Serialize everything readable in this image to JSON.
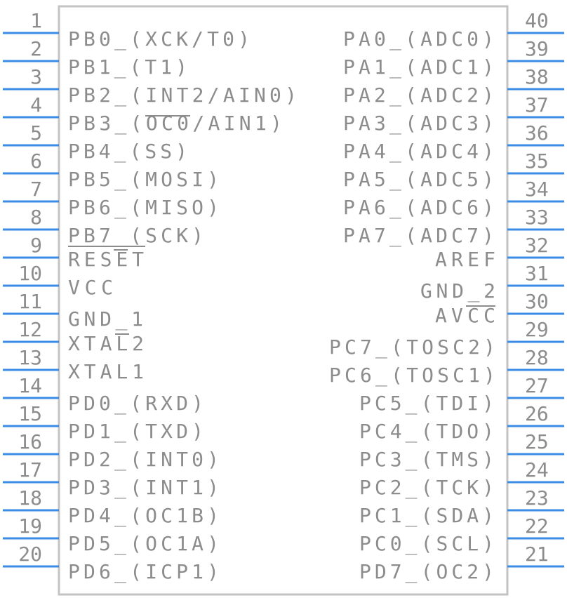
{
  "left_pins": [
    {
      "num": "1",
      "label": "PB0_(XCK/T0)"
    },
    {
      "num": "2",
      "label": "PB1_(T1)"
    },
    {
      "num": "3",
      "label": "PB2_(INT2/AIN0)"
    },
    {
      "num": "4",
      "label": "PB3_(OC0/AIN1)"
    },
    {
      "num": "5",
      "label": "PB4_(SS)"
    },
    {
      "num": "6",
      "label": "PB5_(MOSI)"
    },
    {
      "num": "7",
      "label": "PB6_(MISO)"
    },
    {
      "num": "8",
      "label": "PB7_(SCK)"
    },
    {
      "num": "9",
      "label": "RESET"
    },
    {
      "num": "10",
      "label": "VCC"
    },
    {
      "num": "11",
      "label": "GND_1"
    },
    {
      "num": "12",
      "label": "XTAL2"
    },
    {
      "num": "13",
      "label": "XTAL1"
    },
    {
      "num": "14",
      "label": "PD0_(RXD)"
    },
    {
      "num": "15",
      "label": "PD1_(TXD)"
    },
    {
      "num": "16",
      "label": "PD2_(INT0)"
    },
    {
      "num": "17",
      "label": "PD3_(INT1)"
    },
    {
      "num": "18",
      "label": "PD4_(OC1B)"
    },
    {
      "num": "19",
      "label": "PD5_(OC1A)"
    },
    {
      "num": "20",
      "label": "PD6_(ICP1)"
    }
  ],
  "right_pins": [
    {
      "num": "40",
      "label": "PA0_(ADC0)"
    },
    {
      "num": "39",
      "label": "PA1_(ADC1)"
    },
    {
      "num": "38",
      "label": "PA2_(ADC2)"
    },
    {
      "num": "37",
      "label": "PA3_(ADC3)"
    },
    {
      "num": "36",
      "label": "PA4_(ADC4)"
    },
    {
      "num": "35",
      "label": "PA5_(ADC5)"
    },
    {
      "num": "34",
      "label": "PA6_(ADC6)"
    },
    {
      "num": "33",
      "label": "PA7_(ADC7)"
    },
    {
      "num": "32",
      "label": "AREF"
    },
    {
      "num": "31",
      "label": "GND_2"
    },
    {
      "num": "30",
      "label": "AVCC"
    },
    {
      "num": "29",
      "label": "PC7_(TOSC2)"
    },
    {
      "num": "28",
      "label": "PC6_(TOSC1)"
    },
    {
      "num": "27",
      "label": "PC5_(TDI)"
    },
    {
      "num": "26",
      "label": "PC4_(TDO)"
    },
    {
      "num": "25",
      "label": "PC3_(TMS)"
    },
    {
      "num": "24",
      "label": "PC2_(TCK)"
    },
    {
      "num": "23",
      "label": "PC1_(SDA)"
    },
    {
      "num": "22",
      "label": "PC0_(SCL)"
    },
    {
      "num": "21",
      "label": "PD7_(OC2)"
    }
  ],
  "colors": {
    "pin": "#3c8ce6",
    "text": "#8c8c8c",
    "outline": "#c3c3c3"
  }
}
